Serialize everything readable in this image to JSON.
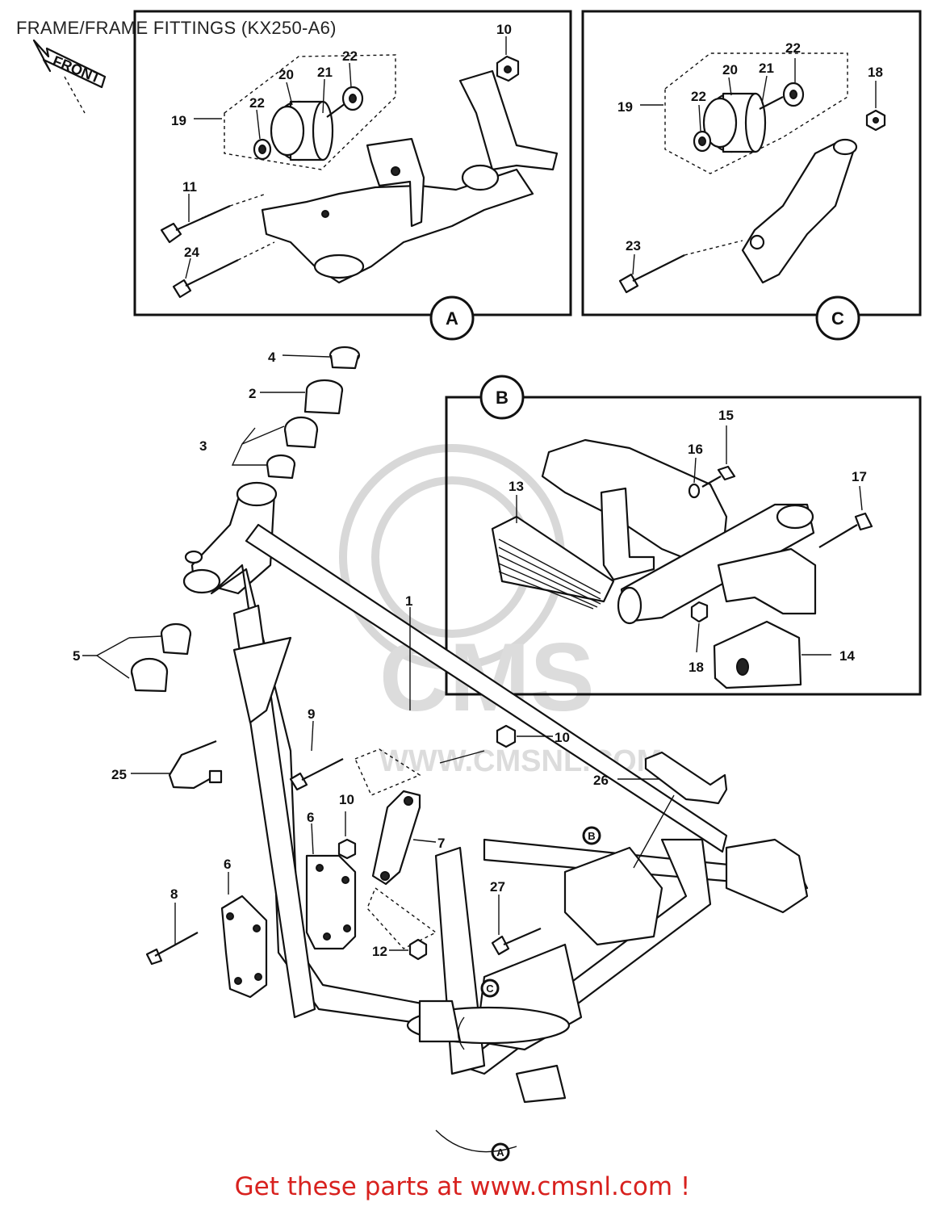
{
  "title": "FRAME/FRAME FITTINGS (KX250-A6)",
  "footer": "Get these parts at www.cmsnl.com !",
  "front_label": "FRONT",
  "watermark": {
    "text": "CMS",
    "url": "WWW.CMSNL.COM"
  },
  "callouts": {
    "A": "A",
    "B": "B",
    "C": "C"
  },
  "colors": {
    "footer": "#d8211e",
    "ink": "#111111",
    "watermark": "#d8d8d8"
  },
  "part_numbers": {
    "a_10": "10",
    "a_19": "19",
    "a_20": "20",
    "a_21": "21",
    "a_22a": "22",
    "a_22b": "22",
    "a_11": "11",
    "a_24": "24",
    "c_19": "19",
    "c_20": "20",
    "c_21": "21",
    "c_22a": "22",
    "c_22b": "22",
    "c_18": "18",
    "c_23": "23",
    "b_13": "13",
    "b_15": "15",
    "b_16": "16",
    "b_17": "17",
    "b_18": "18",
    "b_14": "14",
    "m_4": "4",
    "m_2": "2",
    "m_3": "3",
    "m_5": "5",
    "m_1": "1",
    "m_9": "9",
    "m_10a": "10",
    "m_25": "25",
    "m_26": "26",
    "m_10b": "10",
    "m_6a": "6",
    "m_7": "7",
    "m_8": "8",
    "m_6b": "6",
    "m_27": "27",
    "m_12": "12"
  }
}
